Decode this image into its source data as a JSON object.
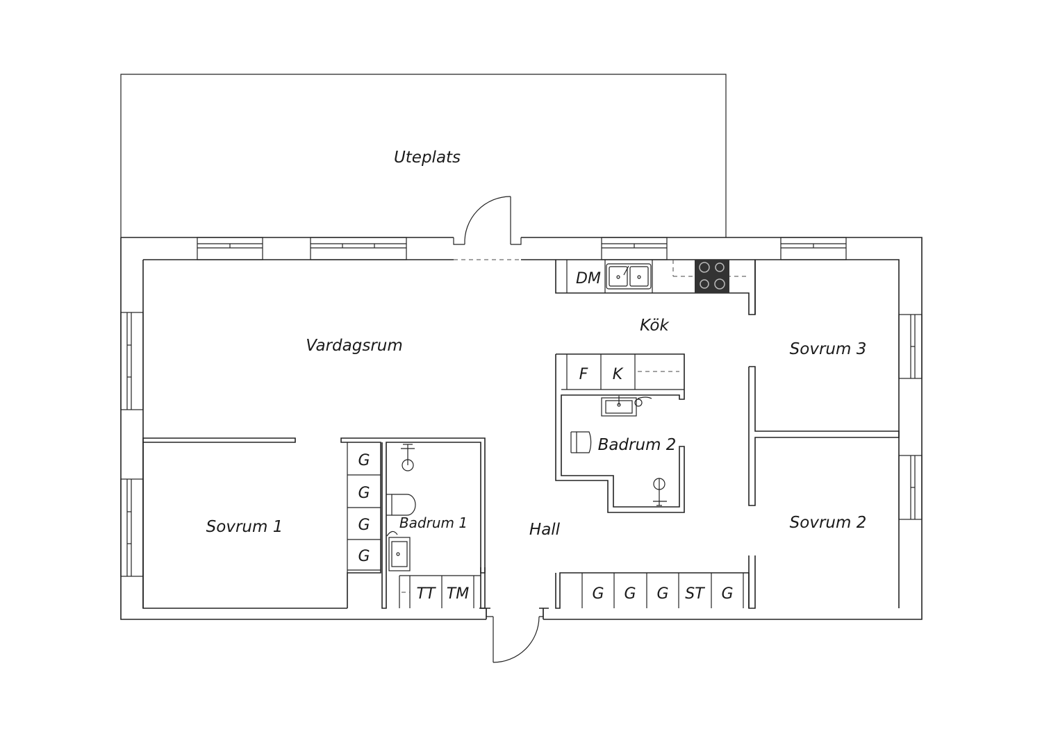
{
  "rooms": {
    "uteplats": "Uteplats",
    "vardagsrum": "Vardagsrum",
    "kok": "Kök",
    "sovrum3": "Sovrum 3",
    "badrum2": "Badrum 2",
    "sovrum1": "Sovrum 1",
    "badrum1": "Badrum 1",
    "hall": "Hall",
    "sovrum2": "Sovrum 2"
  },
  "fixtures": {
    "dm": "DM",
    "f": "F",
    "k": "K",
    "wardrobe": "G",
    "tt": "TT",
    "tm": "TM",
    "st": "ST"
  },
  "colors": {
    "wall": "#222222",
    "stove": "#333333"
  }
}
